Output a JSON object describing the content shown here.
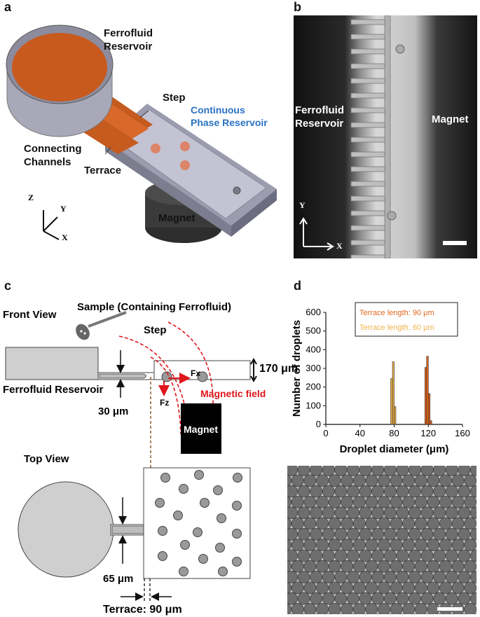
{
  "panel_a": {
    "letter": "a",
    "ferrofluid_reservoir": [
      "Ferrofluid",
      "Reservoir"
    ],
    "step": "Step",
    "continuous_phase": [
      "Continuous",
      "Phase Reservoir"
    ],
    "connecting_channels": [
      "Connecting",
      "Channels"
    ],
    "terrace": "Terrace",
    "magnet": "Magnet",
    "axes": {
      "z": "Z",
      "y": "Y",
      "x": "X"
    },
    "colors": {
      "ferrofluid": "#c85a1e",
      "chip": "#b8b8c8",
      "label_blue": "#2a72c4"
    }
  },
  "panel_b": {
    "letter": "b",
    "ferrofluid_reservoir": [
      "Ferrofluid",
      "Reservoir"
    ],
    "magnet": "Magnet",
    "axes": {
      "y": "Y",
      "x": "X"
    }
  },
  "panel_c": {
    "letter": "c",
    "front_view": "Front View",
    "sample": "Sample (Containing Ferrofluid)",
    "step": "Step",
    "height_label": "170 μm",
    "fx": "Fx",
    "fz": "Fz",
    "magnetic_field": "Magnetic field",
    "magnet": "Magnet",
    "ferrofluid_reservoir": "Ferrofluid Reservoir",
    "channel_height": "30 μm",
    "top_view": "Top View",
    "channel_width": "65 μm",
    "terrace": "Terrace: 90 μm",
    "colors": {
      "field": "#e0161b",
      "guide": "#8b5a2b"
    }
  },
  "panel_d": {
    "letter": "d"
  },
  "chart_data": {
    "type": "bar",
    "title": "",
    "xlabel": "Droplet diameter (μm)",
    "ylabel": "Number of droplets",
    "xlim": [
      0,
      160
    ],
    "ylim": [
      0,
      600
    ],
    "xticks": [
      0,
      40,
      80,
      120,
      160
    ],
    "yticks": [
      0,
      100,
      200,
      300,
      400,
      500,
      600
    ],
    "bin_width": 2,
    "legend_placement": "top-right",
    "series": [
      {
        "name": "Terrace length: 90 μm",
        "color": "#e2671f",
        "x": [
          117,
          119,
          121,
          123
        ],
        "values": [
          305,
          365,
          165,
          20
        ]
      },
      {
        "name": "Terrace length: 60 μm",
        "color": "#f0b24a",
        "x": [
          77,
          79,
          81
        ],
        "values": [
          245,
          335,
          95
        ]
      }
    ]
  }
}
